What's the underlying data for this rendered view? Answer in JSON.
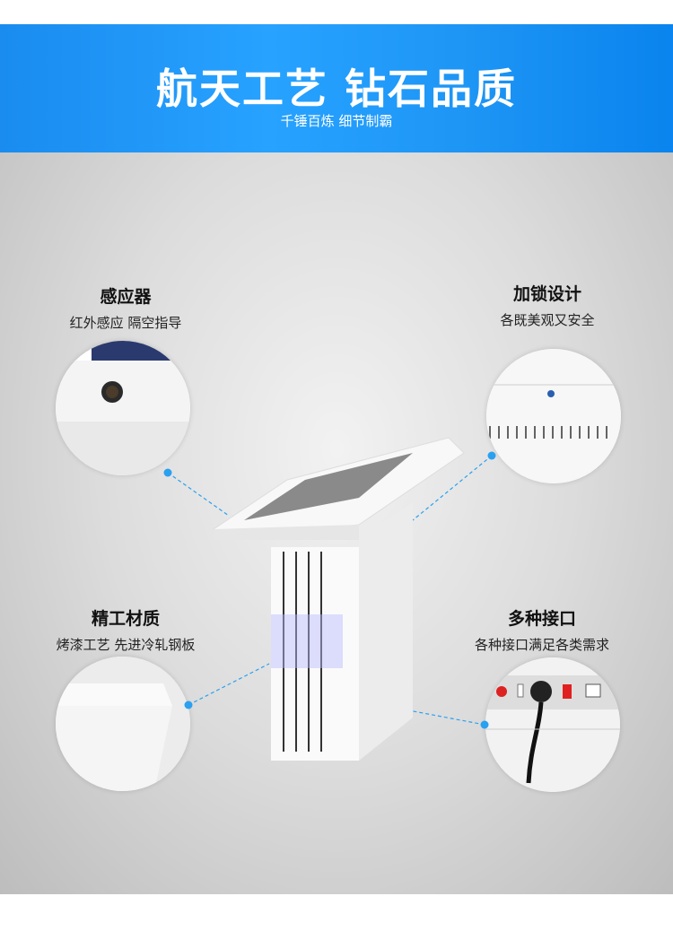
{
  "header": {
    "title": "航天工艺 钻石品质",
    "subtitle": "千锤百炼 细节制霸",
    "color": "#1e96f6"
  },
  "features": [
    {
      "title": "感应器",
      "desc": "红外感应 隔空指导"
    },
    {
      "title": "加锁设计",
      "desc": "各既美观又安全"
    },
    {
      "title": "精工材质",
      "desc": "烤漆工艺 先进冷轧钢板"
    },
    {
      "title": "多种接口",
      "desc": "各种接口满足各类需求"
    }
  ]
}
